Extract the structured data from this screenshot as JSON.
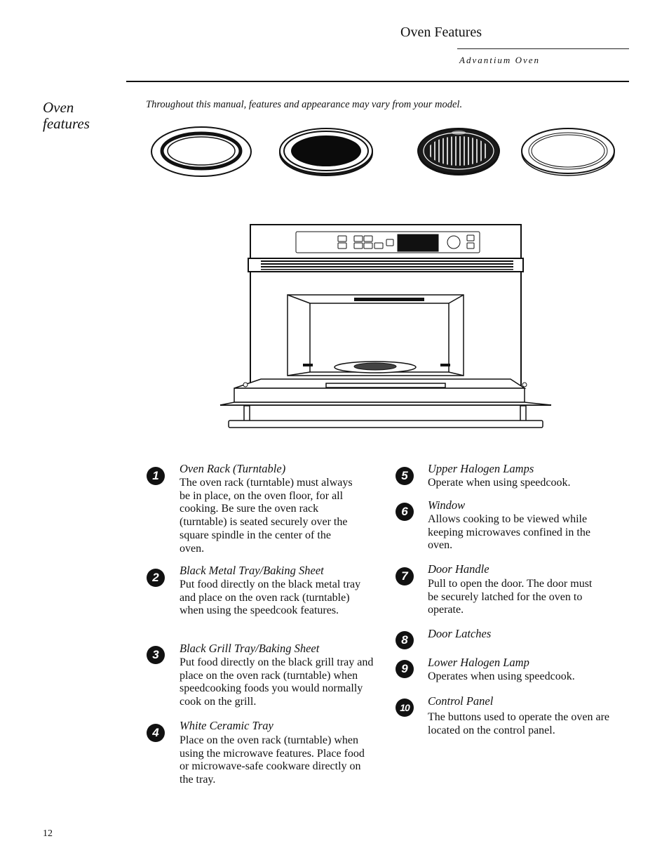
{
  "header": {
    "title": "Oven Features",
    "subtitle": "Advantium Oven"
  },
  "section_title": "Oven features",
  "intro_note": "Throughout this manual, features and appearance may vary from your model.",
  "features": [
    {
      "number": "1",
      "title": "Oven Rack (Turntable)",
      "body": "The oven rack (turntable) must always be in place, on the oven floor, for all cooking. Be sure the oven rack (turntable) is seated securely over the square spindle in the center of the oven."
    },
    {
      "number": "2",
      "title": "Black Metal Tray/Baking Sheet",
      "body": "Put food directly on the black metal tray and place on the oven rack (turntable) when using the speedcook features."
    },
    {
      "number": "3",
      "title": "Black Grill Tray/Baking Sheet",
      "body": "Put food directly on the black grill tray and place on the oven rack (turntable) when speedcooking foods you would normally cook on the grill."
    },
    {
      "number": "4",
      "title": "White Ceramic Tray",
      "body": "Place on the oven rack (turntable) when using the microwave features. Place food or microwave-safe cookware directly on the tray."
    },
    {
      "number": "5",
      "title": "Upper Halogen Lamps",
      "body": "Operate when using speedcook."
    },
    {
      "number": "6",
      "title": "Window",
      "body": "Allows cooking to be viewed while keeping microwaves confined in the oven."
    },
    {
      "number": "7",
      "title": "Door Handle",
      "body": "Pull to open the door. The door must be securely latched for the oven to operate."
    },
    {
      "number": "8",
      "title": "Door Latches",
      "body": ""
    },
    {
      "number": "9",
      "title": "Lower Halogen Lamp",
      "body": "Operates when using speedcook."
    },
    {
      "number": "10",
      "title": "Control Panel",
      "body": "The buttons used to operate the oven are located on the control panel."
    }
  ],
  "page_number": "12"
}
